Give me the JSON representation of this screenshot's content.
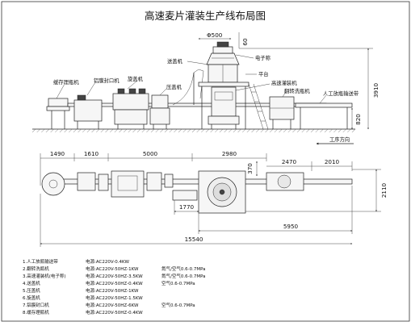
{
  "title": "高速麦片灌装生产线布局图",
  "side_view": {
    "dimensions": {
      "diameter": "Φ500",
      "top_height": "60",
      "overall_height": "3910",
      "base_height": "820"
    },
    "callouts": {
      "capper": "旋盖机",
      "electronic_scale": "电子称",
      "platform": "平台",
      "high_speed_filler": "高速灌装机",
      "flip_bottle_washer": "翻转洗瓶机",
      "manual_bottle_conveyor": "人工放瓶输送带",
      "cap_feeder": "送盖机",
      "press_cap": "压盖机",
      "foil_sealer": "铝膜封口机",
      "storage_table": "缓存理瓶机"
    }
  },
  "plan_view": {
    "direction": "工序方向",
    "dimensions": {
      "seg1": "1490",
      "seg2": "1610",
      "seg3": "5000",
      "seg4": "2980",
      "seg5": "2470",
      "seg6": "2010",
      "small_height": "370",
      "width": "2110",
      "offset": "1770",
      "sub_length": "5950",
      "total_length": "15540"
    }
  },
  "legend": [
    {
      "name": "1.人工放瓶输送带",
      "power": "电源:AC220V-0.4KW",
      "air": ""
    },
    {
      "name": "2.翻转洗瓶机",
      "power": "电源:AC220V-50HZ-1KW",
      "air": "氮气/空气0.6-0.7MPa"
    },
    {
      "name": "3.高速灌装机(电子称)",
      "power": "电源:AC220V-50HZ-3.5KW",
      "air": "氮气/空气0.6-0.7MPa"
    },
    {
      "name": "4.送盖机",
      "power": "电源:AC220V-50HZ-0.4KW",
      "air": "空气0.6-0.7MPa"
    },
    {
      "name": "5.压盖机",
      "power": "电源:AC220V-50HZ-1KW",
      "air": ""
    },
    {
      "name": "6.旋盖机",
      "power": "电源:AC220V-50HZ-1.5KW",
      "air": ""
    },
    {
      "name": "7.铝膜封口机",
      "power": "电源:AC220V-50HZ-6KW",
      "air": "空气0.6-0.7MPa"
    },
    {
      "name": "8.缓存理瓶机",
      "power": "电源:AC220V-50HZ-0.4KW",
      "air": ""
    }
  ]
}
